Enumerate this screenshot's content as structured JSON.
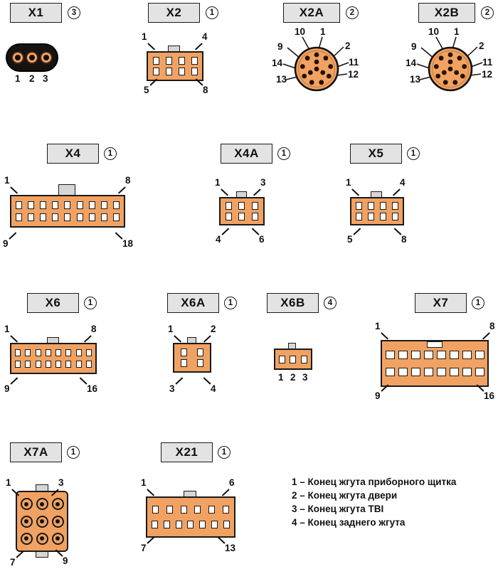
{
  "colors": {
    "connector_body": "#f1a262",
    "label_box": "#e3e3e3",
    "outline": "#1a1a1a",
    "page_background": "#ffffff"
  },
  "legend": {
    "items": [
      "1 – Конец жгута приборного щитка",
      "2 – Конец жгута двери",
      "3 – Конец жгута TBI",
      "4 – Конец заднего жгута"
    ]
  },
  "connectors": [
    {
      "id": "X1",
      "harness": "3",
      "type": "oval-3-round-pins",
      "labels": {
        "bottom": [
          "1",
          "2",
          "3"
        ]
      }
    },
    {
      "id": "X2",
      "harness": "1",
      "type": "rect",
      "pins": [
        4,
        4
      ],
      "labels": {
        "tl": "1",
        "tr": "4",
        "bl": "5",
        "br": "8"
      }
    },
    {
      "id": "X2A",
      "harness": "2",
      "type": "circular",
      "labels": {
        "t1": "10",
        "t2": "1",
        "r1": "2",
        "r2": "11",
        "r3": "12",
        "l1": "9",
        "l2": "14",
        "l3": "13"
      }
    },
    {
      "id": "X2B",
      "harness": "2",
      "type": "circular",
      "labels": {
        "t1": "10",
        "t2": "1",
        "r1": "2",
        "r2": "11",
        "r3": "12",
        "l1": "9",
        "l2": "14",
        "l3": "13"
      }
    },
    {
      "id": "X4",
      "harness": "1",
      "type": "rect",
      "pins": [
        9,
        9
      ],
      "labels": {
        "tl": "1",
        "tr": "8",
        "bl": "9",
        "br": "18"
      }
    },
    {
      "id": "X4A",
      "harness": "1",
      "type": "rect",
      "pins": [
        3,
        3
      ],
      "labels": {
        "tl": "1",
        "tr": "3",
        "bl": "4",
        "br": "6"
      }
    },
    {
      "id": "X5",
      "harness": "1",
      "type": "rect",
      "pins": [
        4,
        4
      ],
      "labels": {
        "tl": "1",
        "tr": "4",
        "bl": "5",
        "br": "8"
      }
    },
    {
      "id": "X6",
      "harness": "1",
      "type": "rect",
      "pins": [
        8,
        8
      ],
      "labels": {
        "tl": "1",
        "tr": "8",
        "bl": "9",
        "br": "16"
      }
    },
    {
      "id": "X6A",
      "harness": "1",
      "type": "rect",
      "pins": [
        2,
        2
      ],
      "labels": {
        "tl": "1",
        "tr": "2",
        "bl": "3",
        "br": "4"
      }
    },
    {
      "id": "X6B",
      "harness": "4",
      "type": "rect",
      "pins": [
        3
      ],
      "labels": {
        "bottom": [
          "1",
          "2",
          "3"
        ]
      }
    },
    {
      "id": "X7",
      "harness": "1",
      "type": "rect",
      "pins": [
        8,
        8
      ],
      "labels": {
        "tl": "1",
        "tr": "8",
        "bl": "9",
        "br": "16"
      }
    },
    {
      "id": "X7A",
      "harness": "1",
      "type": "square-9-round-pins",
      "pins": [
        3,
        3,
        3
      ],
      "labels": {
        "tl": "1",
        "tr": "3",
        "bl": "7",
        "br": "9"
      }
    },
    {
      "id": "X21",
      "harness": "1",
      "type": "rect",
      "pins": [
        6,
        7
      ],
      "labels": {
        "tl": "1",
        "tr": "6",
        "bl": "7",
        "br": "13"
      }
    }
  ]
}
